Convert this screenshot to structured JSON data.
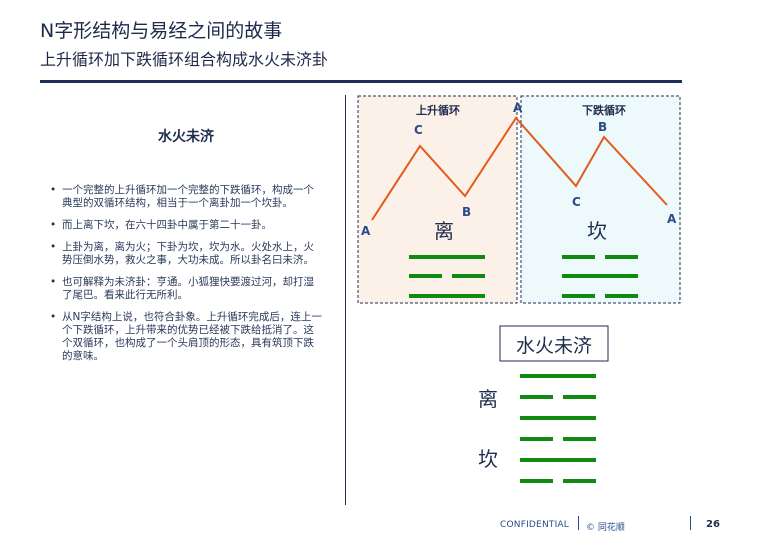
{
  "header": {
    "title": "N字形结构与易经之间的故事",
    "subtitle": "上升循环加下跌循环组合构成水火未济卦"
  },
  "left": {
    "heading": "水火未济",
    "bullets": [
      "一个完整的上升循环加一个完整的下跌循环，构成一个典型的双循环结构，相当于一个离卦加一个坎卦。",
      "而上离下坎，在六十四卦中属于第二十一卦。",
      "上卦为离，离为火；下卦为坎，坎为水。火处水上，火势压倒水势，救火之事，大功未成。所以卦名曰未济。",
      "也可解释为未济卦：亨通。小狐狸快要渡过河，却打湿了尾巴。看来此行无所利。",
      "从N字结构上说，也符合卦象。上升循环完成后，连上一个下跌循环，上升带来的优势已经被下跌给抵消了。这个双循环，也构成了一个头肩顶的形态，具有筑顶下跌的意味。"
    ]
  },
  "diagram": {
    "up_box_title": "上升循环",
    "down_box_title": "下跌循环",
    "points": {
      "up_start": "A",
      "up_c": "C",
      "up_b": "B",
      "peak": "A",
      "down_b": "B",
      "down_c": "C",
      "down_end": "A"
    },
    "li_label": "离",
    "kan_label": "坎",
    "combo_title": "水火未济",
    "combo_li_label": "离",
    "combo_kan_label": "坎"
  },
  "colors": {
    "navy": "#1f2d5a",
    "orange_line": "#e35a1c",
    "green_yao": "#108a10",
    "up_box_fill": "#fcf1e8",
    "down_box_fill": "#eef9fb",
    "label_blue": "#2a4c8a"
  },
  "footer": {
    "confidential": "CONFIDENTIAL",
    "brand": "© 同花顺",
    "page": "26"
  }
}
